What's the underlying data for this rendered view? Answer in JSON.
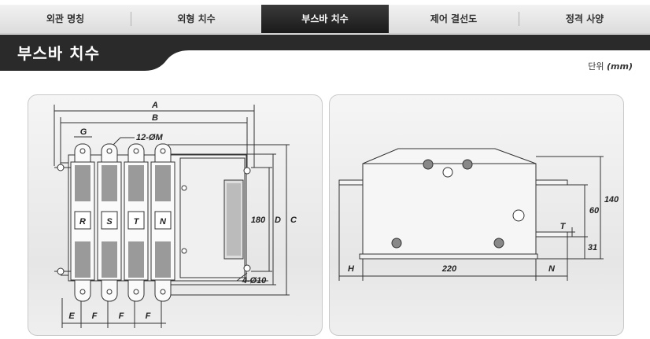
{
  "tabs": [
    {
      "label": "외관 명칭",
      "active": false
    },
    {
      "label": "외형 치수",
      "active": false
    },
    {
      "label": "부스바 치수",
      "active": true
    },
    {
      "label": "제어 결선도",
      "active": false
    },
    {
      "label": "정격 사양",
      "active": false
    }
  ],
  "header": {
    "title": "부스바 치수",
    "unit_label": "단위",
    "unit_value": "(mm)"
  },
  "front_view": {
    "dims": {
      "A": "A",
      "B": "B",
      "G": "G",
      "holes": "12-ØM",
      "h180": "180",
      "D": "D",
      "C": "C",
      "mount": "4-Ø10",
      "E": "E",
      "F1": "F",
      "F2": "F",
      "F3": "F"
    },
    "poles": [
      "R",
      "S",
      "T",
      "N"
    ]
  },
  "side_view": {
    "dims": {
      "d140": "140",
      "d60": "60",
      "T": "T",
      "d31": "31",
      "H": "H",
      "d220": "220",
      "N": "N"
    }
  },
  "colors": {
    "tab_active_bg": "#1f1f1f",
    "header_bg": "#2a2a2a",
    "line": "#333333"
  }
}
